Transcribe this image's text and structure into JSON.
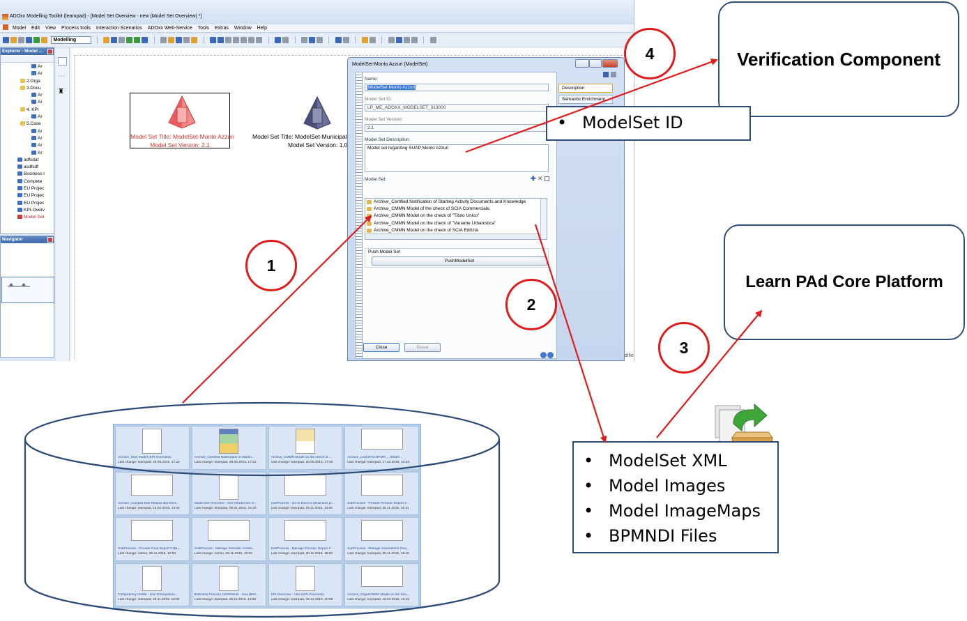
{
  "app": {
    "title": "ADOxx Modelling Toolkit (learnpad) - [Model Set Overview - new (Model Set Overview) *]",
    "menu": [
      "Model",
      "Edit",
      "View",
      "Process tools",
      "Interaction Scenarios",
      "ADOxx Web-Service",
      "Tools",
      "Extras",
      "Window",
      "Help"
    ],
    "mode": "Modelling",
    "explorer": {
      "title": "Explorer - Model ...",
      "items": [
        {
          "label": "Ar",
          "icon": "doc"
        },
        {
          "label": "Ar",
          "icon": "doc"
        },
        {
          "label": "2.Orga",
          "icon": "folder"
        },
        {
          "label": "3.Docu",
          "icon": "folder"
        },
        {
          "label": "Ar",
          "icon": "doc"
        },
        {
          "label": "Ar",
          "icon": "doc"
        },
        {
          "label": "4. KPI",
          "icon": "folder"
        },
        {
          "label": "Ar",
          "icon": "doc"
        },
        {
          "label": "5.Case",
          "icon": "folder"
        },
        {
          "label": "Ar",
          "icon": "doc"
        },
        {
          "label": "Ar",
          "icon": "doc"
        },
        {
          "label": "Ar",
          "icon": "doc"
        },
        {
          "label": "Ar",
          "icon": "doc"
        },
        {
          "label": "adfsdaf",
          "icon": "doc"
        },
        {
          "label": "asdfsdf",
          "icon": "doc"
        },
        {
          "label": "Business I",
          "icon": "doc"
        },
        {
          "label": "Compete",
          "icon": "doc"
        },
        {
          "label": "EU Projec",
          "icon": "doc"
        },
        {
          "label": "EU Projec",
          "icon": "doc"
        },
        {
          "label": "EU Projec",
          "icon": "doc"
        },
        {
          "label": "KPI-Overv",
          "icon": "doc"
        },
        {
          "label": "Model Set",
          "icon": "red"
        }
      ]
    },
    "navigator_title": "Navigator",
    "status_text": "odified"
  },
  "canvas": {
    "modelsets": [
      {
        "title": "Model Set Title: ModelSet-Monto Azzuri",
        "version": "Model Set Version: 2.1",
        "color": "#e0302a",
        "icon_color": "#f26a6a"
      },
      {
        "title": "Model Set Title: ModelSet-Municipality",
        "version": "Model Set Version: 1.0",
        "color": "#000000",
        "icon_color": "#5b5f8c"
      }
    ]
  },
  "dialog": {
    "title": "ModelSet-Monto Azzuri (ModelSet)",
    "name_label": "Name:",
    "name_value": "ModelSet-Monto Azzuri",
    "id_label": "Model Set ID:",
    "id_value": "LP_ME_ADOXX_MODELSET_313000",
    "version_label": "Model Set Version:",
    "version_value": "2.1",
    "description_label": "Model Set Description:",
    "description_value": "Model set regarding SUAP Monto Azzuri",
    "modelset_label": "Model Set:",
    "modelset_items": [
      "Archive_Certified Notification of Starting Activity Documents and Knowledge",
      "Archive_CMMN Model of the check of SCIA Commerciale.",
      "Archive_CMMN Model on the check of \"Titolo Unico\"",
      "Archive_CMMN Model on the check of \"Variante Urbanistica\"",
      "Archive_CMMN Model on the check of SCIA Edilizia"
    ],
    "push_section": "Push Model Set",
    "push_button": "PushModelSet",
    "close_button": "Close",
    "reset_button": "Reset",
    "tabs": [
      "Description",
      "Semantic Enrichment"
    ]
  },
  "annotations": {
    "verification": "Verification Component",
    "core_platform": "Learn PAd Core Platform",
    "modelset_id_box": [
      "ModelSet ID"
    ],
    "export_box": [
      "ModelSet XML",
      "Model Images",
      "Model ImageMaps",
      "BPMNDI Files"
    ],
    "steps": [
      "1",
      "2",
      "3",
      "4"
    ],
    "arrow_color": "#e01b1b"
  },
  "repository": {
    "tiles": [
      {
        "name": "Archive_New model (KPI-Overview)",
        "date": "Last change: learnpad, 28.05.2015, 17:22"
      },
      {
        "name": "Archive_Certified Notification of Startin...",
        "date": "Last change: learnpad, 28.05.2015, 17:22"
      },
      {
        "name": "Archive_CMMN Model on the check of ...",
        "date": "Last change: learnpad, 28.05.2015, 17:40"
      },
      {
        "name": "Archive_LearnPAd BPMN ... Model ...",
        "date": "Last change: learnpad, 17.02.2015, 10:23"
      },
      {
        "name": "Archive_Compila Dati Relativi alla Richi...",
        "date": "Last change: learnpad, 16.02.2015, 14:24"
      },
      {
        "name": "Model Set Overview - new (Model Set O...",
        "date": "Last change: learnpad, 08.01.2016, 16:20"
      },
      {
        "name": "SubProcess - Go to Event 2 (Business pr...",
        "date": "Last change: learnpad, 26.11.2015, 10:00"
      },
      {
        "name": "SubProcess - Provide Periodic Report 2 ...",
        "date": "Last change: learnpad, 30.11.2015, 16:21"
      },
      {
        "name": "SubProcess - Provide Final Report 2 (Bu...",
        "date": "Last change: Admin, 05.11.2015, 10:50"
      },
      {
        "name": "SubProcess - Manage Scientific Activiti...",
        "date": "Last change: Admin, 05.11.2015, 10:50"
      },
      {
        "name": "SubProcess - Manage Periodic Report 2 ...",
        "date": "Last change: learnpad, 30.11.2015, 15:20"
      },
      {
        "name": "SubProcess - Manage Amendment Req...",
        "date": "Last change: learnpad, 30.11.2015, 15:18"
      },
      {
        "name": "Competency model - new (Competenc...",
        "date": "Last change: learnpad, 26.11.2015, 10:00"
      },
      {
        "name": "Business Process Constraints - new (Bus...",
        "date": "Last change: learnpad, 25.11.2015, 13:50"
      },
      {
        "name": "KPI-Overview - new (KPI-Overview)",
        "date": "Last change: learnpad, 15.12.2015, 10:58"
      },
      {
        "name": "Archive_Organization Model on the Sen...",
        "date": "Last change: learnpad, 16.03.2015, 15:16"
      }
    ]
  }
}
